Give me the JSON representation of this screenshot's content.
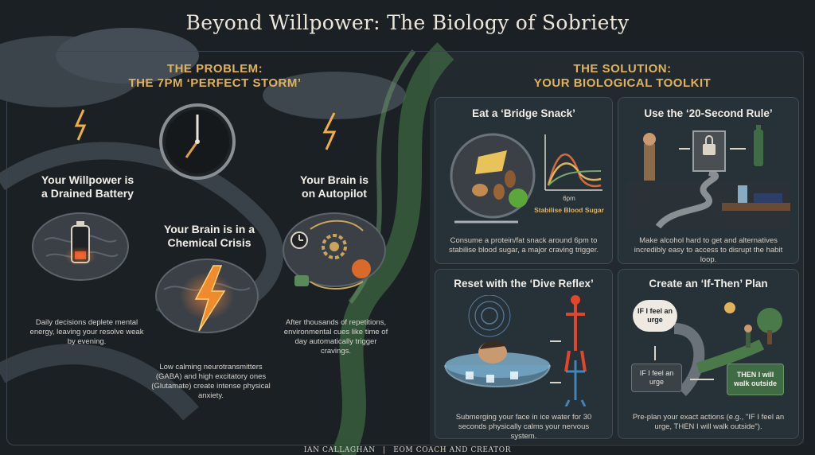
{
  "title": "Beyond Willpower: The Biology of Sobriety",
  "footer": {
    "author": "IAN CALLAGHAN",
    "separator": "|",
    "role": "EOM COACH AND CREATOR"
  },
  "problem": {
    "heading_line1": "THE PROBLEM:",
    "heading_line2": "THE 7PM ‘PERFECT STORM’",
    "items": [
      {
        "title_line1": "Your Willpower is",
        "title_line2": "a Drained Battery",
        "body": "Daily decisions deplete mental energy, leaving your resolve weak by evening.",
        "icon": "brain-battery-icon"
      },
      {
        "title_line1": "Your Brain is in a",
        "title_line2": "Chemical Crisis",
        "body": "Low calming neurotransmitters (GABA) and high excitatory ones (Glutamate) create intense physical anxiety.",
        "icon": "brain-lightning-icon"
      },
      {
        "title_line1": "Your Brain is",
        "title_line2": "on Autopilot",
        "body": "After thousands of repetitions, environmental cues like time of day automatically trigger cravings.",
        "icon": "brain-cycle-icon"
      }
    ]
  },
  "solution": {
    "heading_line1": "THE SOLUTION:",
    "heading_line2": "YOUR BIOLOGICAL TOOLKIT",
    "cards": [
      {
        "title": "Eat a ‘Bridge Snack’",
        "body": "Consume a protein/fat snack around 6pm to stabilise blood sugar, a major craving trigger.",
        "chart_label_time": "6pm",
        "chart_label_caption": "Stabilise Blood Sugar",
        "icon": "snack-plate-icon"
      },
      {
        "title": "Use the ‘20-Second Rule’",
        "body": "Make alcohol hard to get and alternatives incredibly easy to access to disrupt the habit loop.",
        "icon": "locked-cabinet-icon"
      },
      {
        "title": "Reset with the ‘Dive Reflex’",
        "body": "Submerging your face in ice water for 30 seconds physically calms your nervous system.",
        "icon": "ice-bowl-icon"
      },
      {
        "title": "Create an ‘If-Then’ Plan",
        "body": "Pre-plan your exact actions (e.g., \"IF I feel an urge, THEN I will walk outside\").",
        "bubble_text": "IF I feel an urge",
        "if_box_text": "IF I feel an urge",
        "then_box_text": "THEN I will walk outside",
        "icon": "fork-path-icon"
      }
    ]
  },
  "colors": {
    "accent_gold": "#e0b35a",
    "background": "#1b2024",
    "brain_orange": "#e06a2a"
  }
}
